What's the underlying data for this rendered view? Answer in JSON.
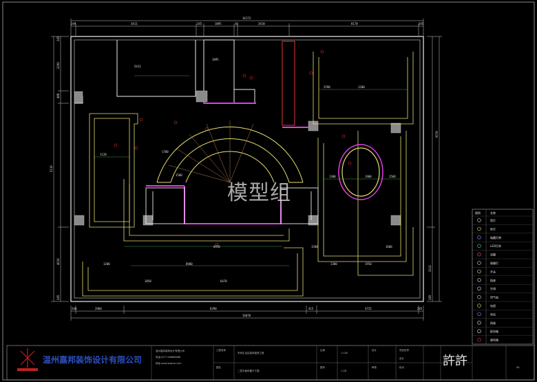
{
  "drawing": {
    "watermark": "模型组",
    "dims_top": [
      "249",
      "3411",
      "245",
      "1095",
      "16",
      "3410",
      "16173",
      "8178",
      "245"
    ],
    "dims_bottom": [
      "240",
      "2960",
      "6290",
      "415",
      "4725",
      "245",
      "16070"
    ],
    "dims_left": [
      "245",
      "2290",
      "488",
      "5110",
      "4010",
      "245"
    ],
    "dims_right": [
      "9578",
      "3312",
      "245"
    ],
    "dims_inner": [
      "5411",
      "1095",
      "1120",
      "1700",
      "1500",
      "8900",
      "1200",
      "6950",
      "1300",
      "1900",
      "2590",
      "1200",
      "1560",
      "1300",
      "1950",
      "1580",
      "1600",
      "1850",
      "6470"
    ]
  },
  "legend": {
    "header": [
      "图例",
      "名称"
    ],
    "items": [
      "筒灯",
      "射灯",
      "暗藏灯带",
      "LED灯带",
      "浴霸",
      "格栅灯",
      "开关",
      "插座",
      "空调",
      "排气扇",
      "电视",
      "电话",
      "网络",
      "配电箱",
      "弱电箱"
    ]
  },
  "title_block": {
    "company": "温州嘉邦装饰设计有限公司",
    "company_lines": [
      "温州嘉邦装饰设计有限公司",
      "电话:0577-88888888",
      "网址:www.wzjbzs.com"
    ],
    "project_label": "工程名称",
    "project_name": "车间生活区装饰装修工程",
    "drawing_label": "图名",
    "drawing_name": "二层平面布置尺寸图",
    "scale_label": "比例",
    "scale_value": "1:100",
    "drawno_label": "图号",
    "drawno_value": "1-08",
    "design_label": "设计",
    "check_label": "审核",
    "logo_text": "許許",
    "page_no": "08",
    "small_lines": [
      "项目负责",
      "设计",
      "校对"
    ]
  }
}
